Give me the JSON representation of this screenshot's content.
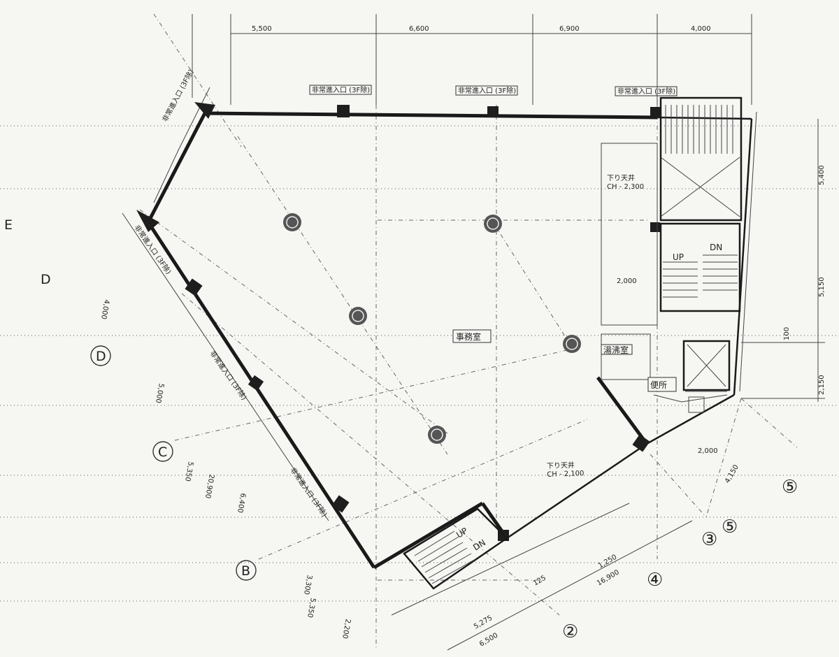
{
  "dims_top": [
    "5,500",
    "6,600",
    "6,900",
    "4,000"
  ],
  "dims_right": [
    "5,400",
    "5,150",
    "100",
    "2,150"
  ],
  "dims_bottom": [
    "1,250",
    "16,900",
    "5,275",
    "6,500",
    "125"
  ],
  "dims_left": [
    "4,000",
    "5,000",
    "20,900",
    "6,400",
    "3,300",
    "5,350",
    "2,200"
  ],
  "dims_inner": [
    "2,000",
    "2,000",
    "4,150"
  ],
  "axis_labels": {
    "E": "E",
    "D1": "D",
    "D2": "D",
    "C": "C",
    "B": "B",
    "n2": "②",
    "n3": "③",
    "n4": "④",
    "n5a": "⑤",
    "n5b": "⑤"
  },
  "rooms": {
    "office": "事務室",
    "kitchen": "湯沸室",
    "toilet": "便所",
    "up_main": "UP",
    "dn_main": "DN",
    "up_lower": "UP",
    "dn_lower": "DN",
    "ceiling_upper": "下り天井\nCH - 2,300",
    "ceiling_lower": "下り天井\nCH - 2,100"
  },
  "entrances": [
    "非常進入口 (3F除)",
    "非常進入口 (3F除)",
    "非常進入口 (3F除)"
  ]
}
